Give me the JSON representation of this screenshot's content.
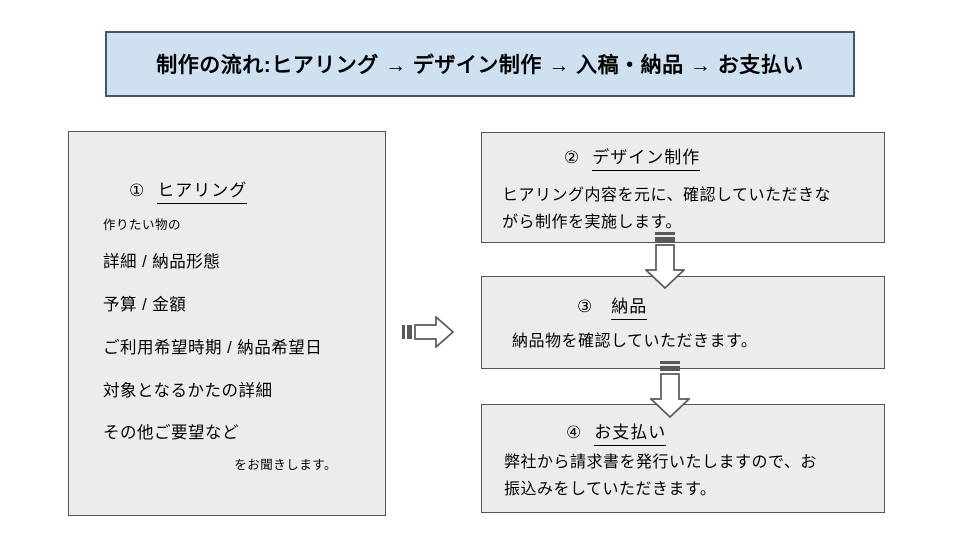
{
  "colors": {
    "title_fill": "#cfe0f1",
    "title_border": "#44546a",
    "box_fill": "#ececec",
    "box_border": "#555555",
    "arrow_stroke": "#595959",
    "text": "#000000"
  },
  "title": {
    "text": "制作の流れ:ヒアリング → デザイン制作 → 入稿・納品 → お支払い"
  },
  "hearing": {
    "number": "①",
    "heading": "ヒアリング",
    "intro": "作りたい物の",
    "items": [
      "詳細 / 納品形態",
      "予算 / 金額",
      "ご利用希望時期 / 納品希望日",
      "対象となるかたの詳細",
      "その他ご要望など"
    ],
    "outro": "をお聞きします。"
  },
  "steps": [
    {
      "number": "②",
      "heading": "デザイン制作",
      "body": "ヒアリング内容を元に、確認していただきな\nがら制作を実施します。"
    },
    {
      "number": "③",
      "heading": "納品",
      "body": "納品物を確認していただきます。"
    },
    {
      "number": "④",
      "heading": "お支払い",
      "body": "弊社から請求書を発行いたしますので、お\n振込みをしていただきます。"
    }
  ]
}
